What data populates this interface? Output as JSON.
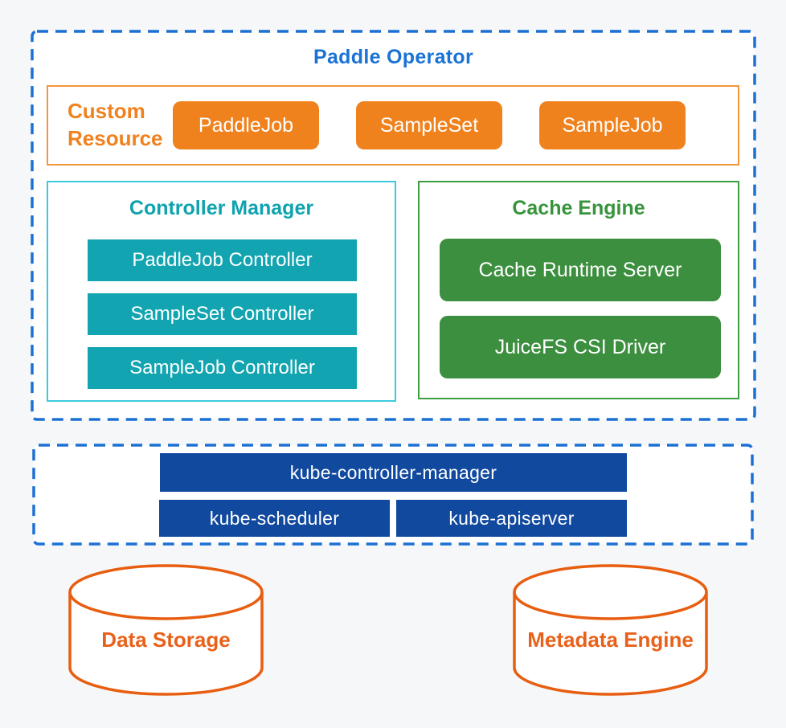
{
  "colors": {
    "background": "#f6f7f8",
    "dashed_border_blue": "#1b70d4",
    "title_blue": "#1a73d4",
    "orange_fill": "#f0821e",
    "orange_border": "#f5963c",
    "teal_fill": "#12a4b0",
    "teal_border": "#3fc9de",
    "teal_title": "#0fa3af",
    "green_fill": "#3b8f3e",
    "green_border": "#3d9e43",
    "green_title": "#37943c",
    "dark_blue_fill": "#11499e",
    "cylinder_orange": "#e85e11"
  },
  "paddle_operator": {
    "title": "Paddle Operator",
    "custom_resource": {
      "label_line1": "Custom",
      "label_line2": "Resource",
      "items": [
        "PaddleJob",
        "SampleSet",
        "SampleJob"
      ]
    },
    "controller_manager": {
      "title": "Controller Manager",
      "items": [
        "PaddleJob Controller",
        "SampleSet Controller",
        "SampleJob Controller"
      ]
    },
    "cache_engine": {
      "title": "Cache Engine",
      "items": [
        "Cache Runtime Server",
        "JuiceFS CSI Driver"
      ]
    }
  },
  "kubernetes": {
    "items": [
      "kube-controller-manager",
      "kube-scheduler",
      "kube-apiserver"
    ]
  },
  "storage": {
    "data_storage_label": "Data Storage",
    "metadata_engine_label": "Metadata Engine"
  }
}
